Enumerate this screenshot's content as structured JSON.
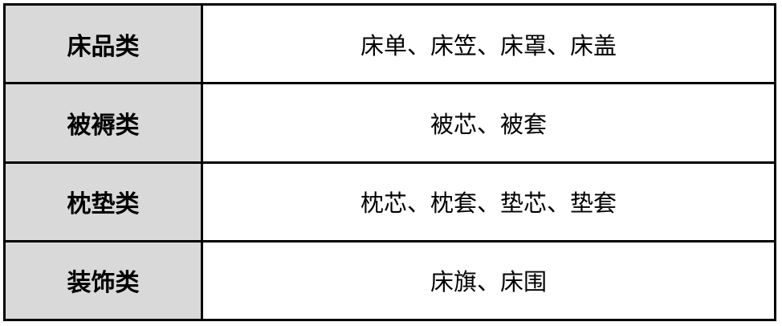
{
  "table": {
    "colors": {
      "category_bg": "#d9d9d9",
      "items_bg": "#ffffff",
      "border": "#000000"
    },
    "rows": [
      {
        "category": "床品类",
        "items": "床单、床笠、床罩、床盖"
      },
      {
        "category": "被褥类",
        "items": "被芯、被套"
      },
      {
        "category": "枕垫类",
        "items": "枕芯、枕套、垫芯、垫套"
      },
      {
        "category": "装饰类",
        "items": "床旗、床围"
      }
    ]
  }
}
